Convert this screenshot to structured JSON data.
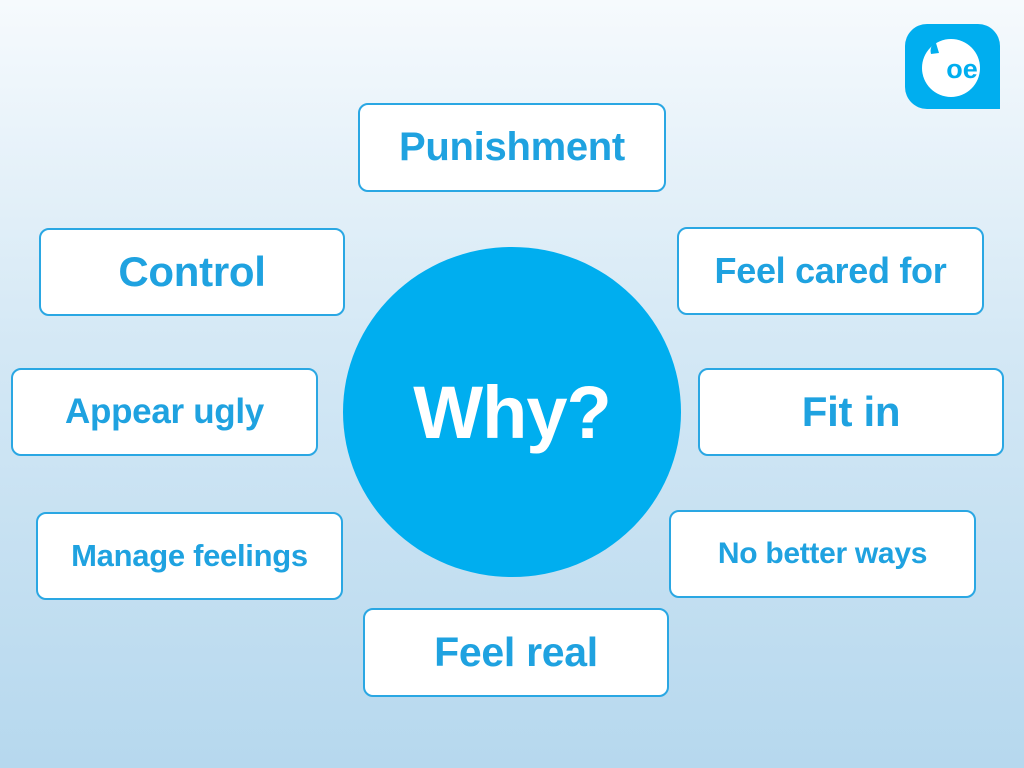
{
  "logo": {
    "text": "oe",
    "icon": "oe-brand-logo",
    "color": "#00aeef"
  },
  "diagram": {
    "center": {
      "label": "Why?",
      "color": "#00aeef"
    },
    "nodes": [
      {
        "id": "punishment",
        "label": "Punishment"
      },
      {
        "id": "control",
        "label": "Control"
      },
      {
        "id": "feel-cared-for",
        "label": "Feel cared for"
      },
      {
        "id": "appear-ugly",
        "label": "Appear ugly"
      },
      {
        "id": "fit-in",
        "label": "Fit in"
      },
      {
        "id": "manage-feelings",
        "label": "Manage feelings"
      },
      {
        "id": "no-better-ways",
        "label": "No better ways"
      },
      {
        "id": "feel-real",
        "label": "Feel real"
      }
    ],
    "node_text_color": "#1fa2e0",
    "node_border_color": "#2aa7e3"
  }
}
